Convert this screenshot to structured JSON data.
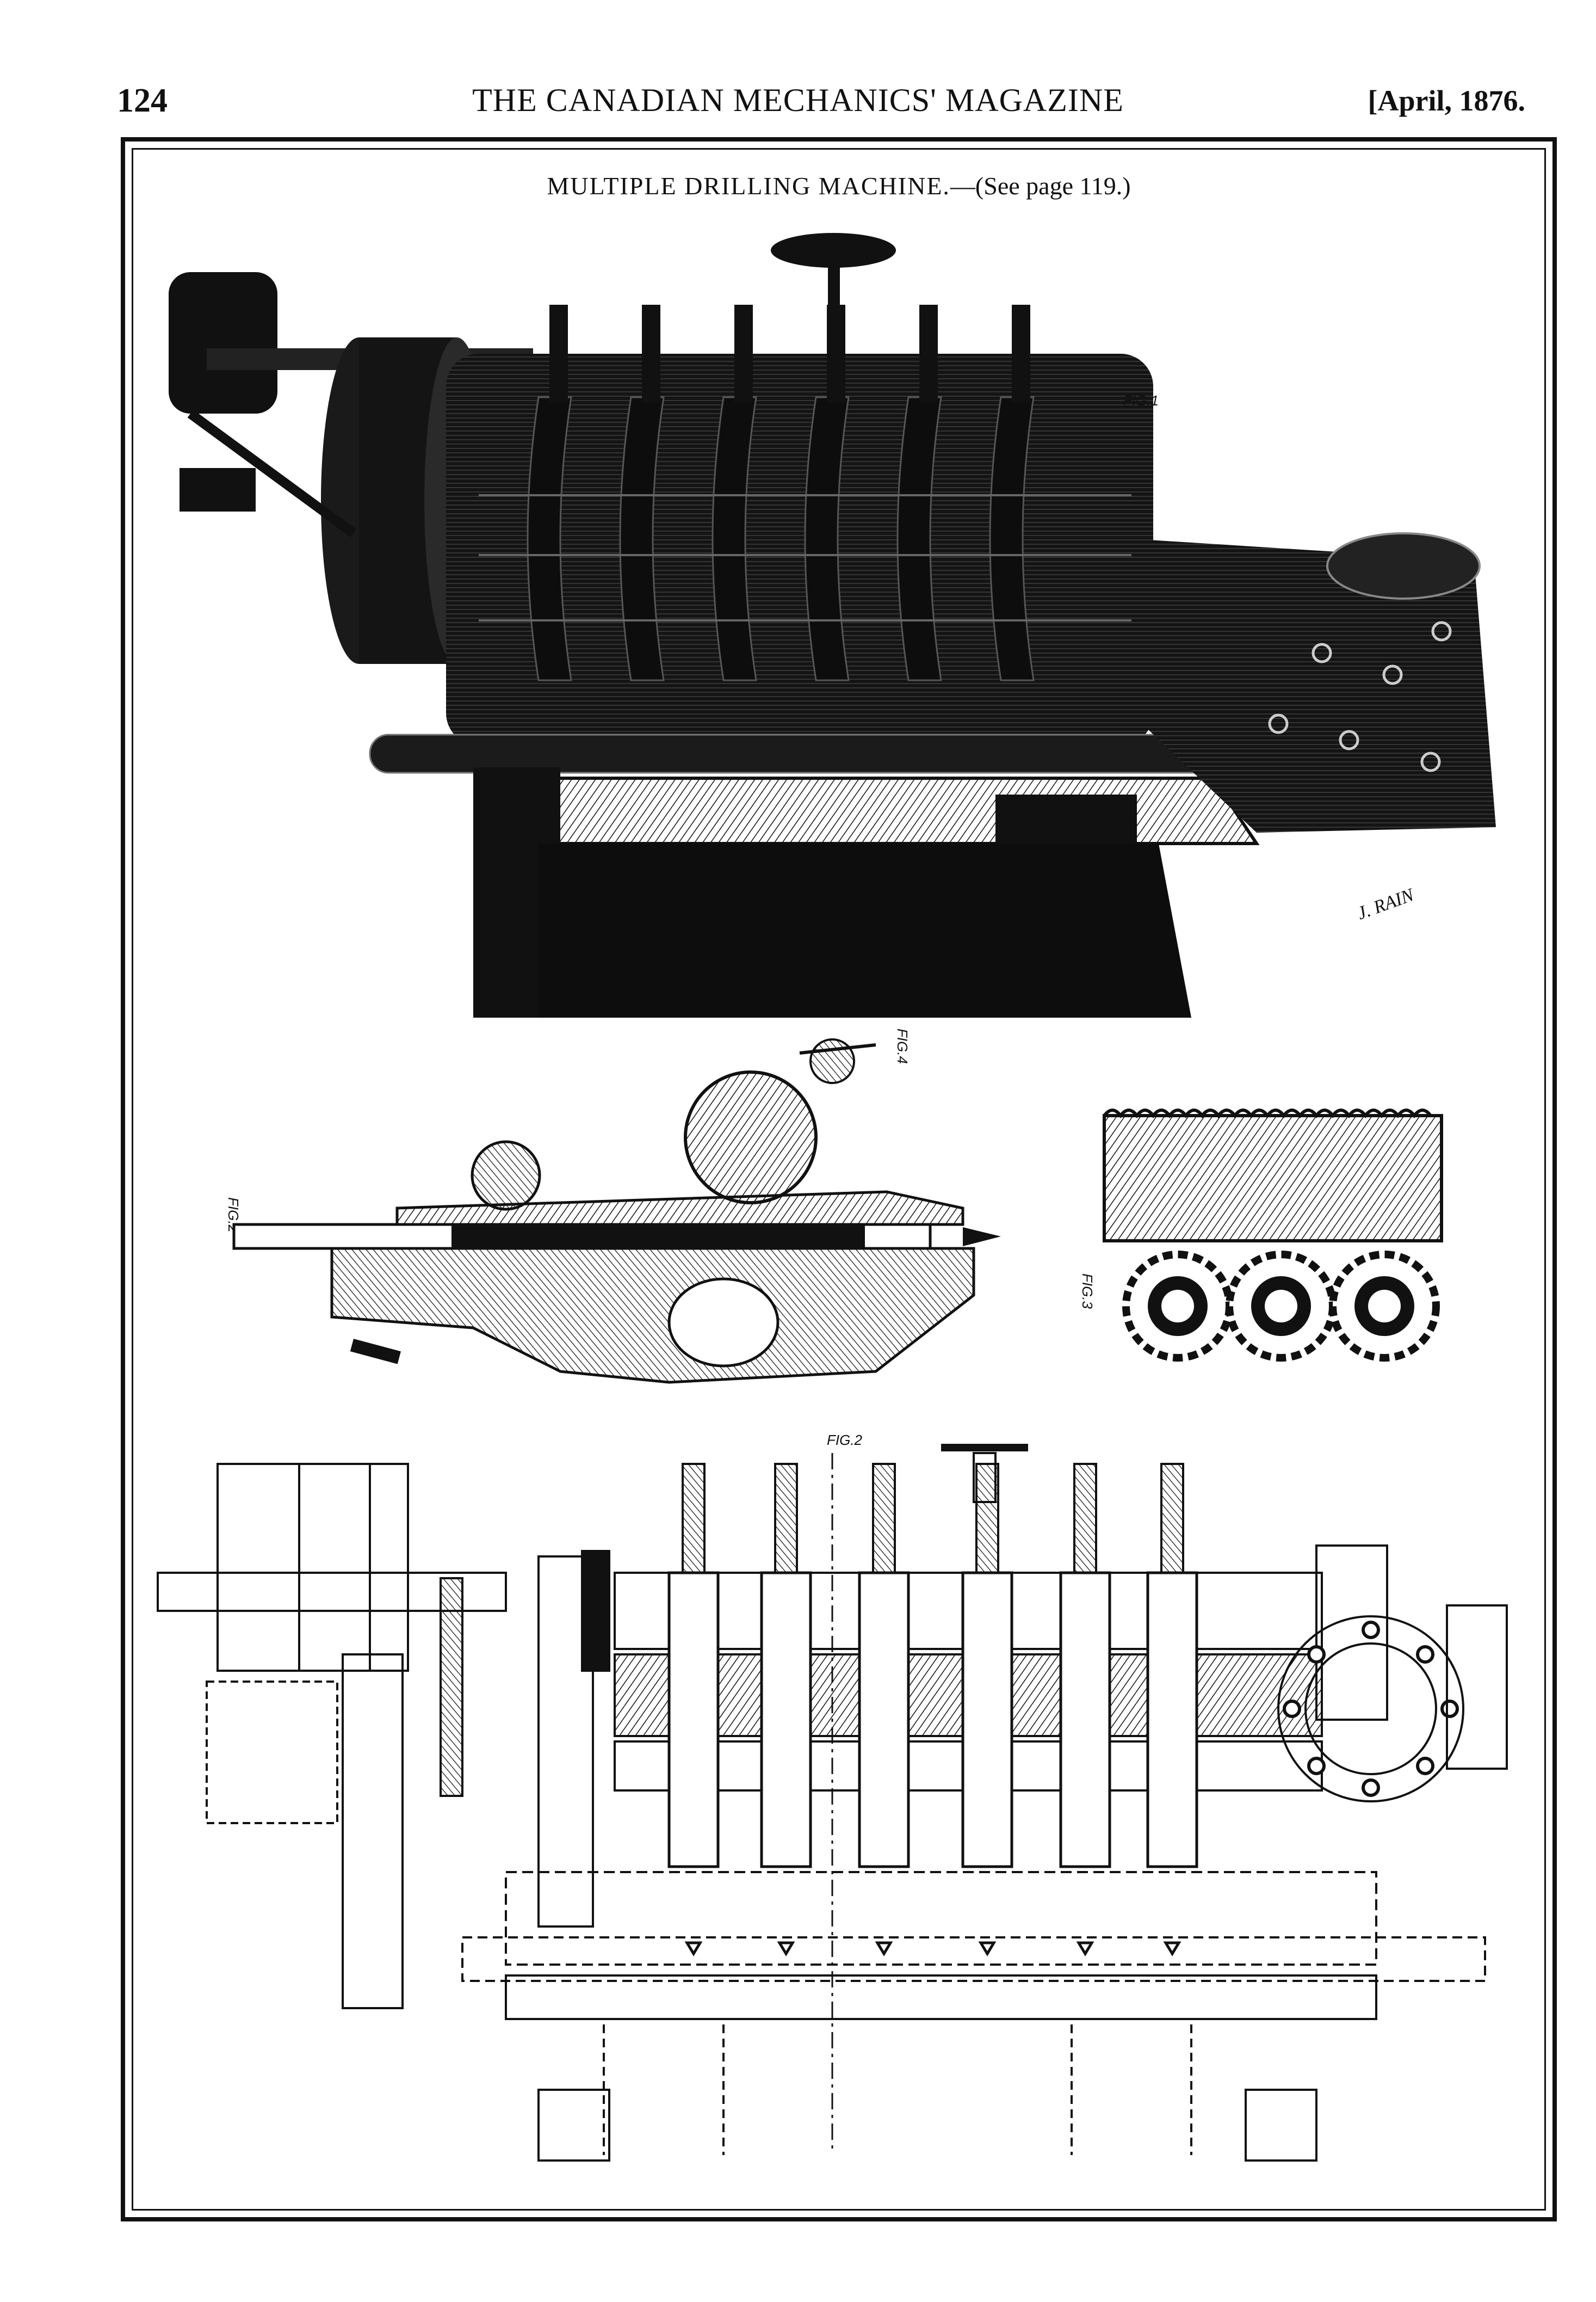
{
  "header": {
    "page_number": "124",
    "magazine_title": "THE CANADIAN MECHANICS' MAGAZINE",
    "date": "[April, 1876."
  },
  "plate": {
    "caption_main": "MULTIPLE DRILLING MACHINE.",
    "caption_ref": "—(See page 119.)",
    "figure_labels": {
      "fig1": "FIG.1",
      "fig2_section": "FIG.2",
      "fig3": "FIG.3",
      "fig4": "FIG.4",
      "fig2_plan": "FIG.2"
    },
    "engraver_signature": "J. RAIN"
  }
}
